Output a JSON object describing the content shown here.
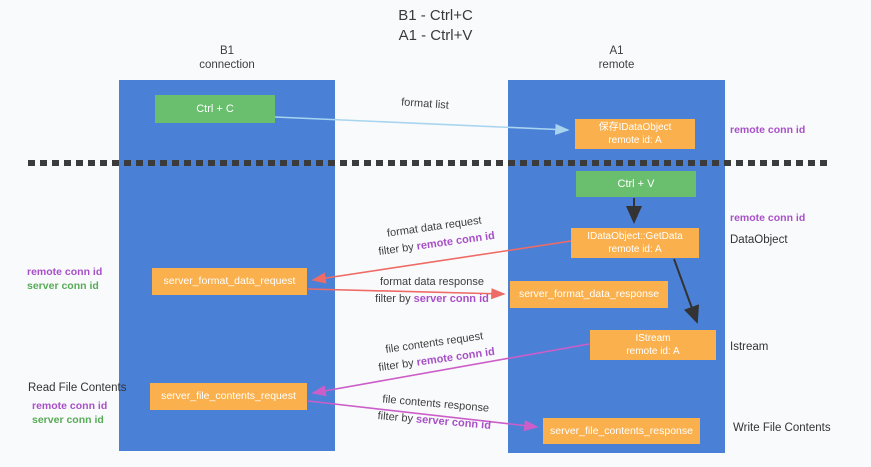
{
  "title": {
    "line1": "B1 - Ctrl+C",
    "line2": "A1 - Ctrl+V"
  },
  "lanes": {
    "left": {
      "title": "B1",
      "subtitle": "connection"
    },
    "right": {
      "title": "A1",
      "subtitle": "remote"
    }
  },
  "nodes": {
    "ctrl_c": {
      "label": "Ctrl + C"
    },
    "ctrl_v": {
      "label": "Ctrl + V"
    },
    "save_dataobject": {
      "line1": "保存IDataObject",
      "line2": "remote id: A"
    },
    "getdata": {
      "line1": "IDataObject::GetData",
      "line2": "remote id: A"
    },
    "istream": {
      "line1": "IStream",
      "line2": "remote id: A"
    },
    "format_request": {
      "label": "server_format_data_request"
    },
    "format_response": {
      "label": "server_format_data_response"
    },
    "file_request": {
      "label": "server_file_contents_request"
    },
    "file_response": {
      "label": "server_file_contents_response"
    }
  },
  "arrow_labels": {
    "format_list": "format list",
    "format_data_request": {
      "title": "format data request",
      "filter_prefix": "filter by ",
      "filter_key": "remote conn id"
    },
    "format_data_response": {
      "title": "format data response",
      "filter_prefix": "filter by ",
      "filter_key": "server conn id"
    },
    "file_contents_request": {
      "title": "file contents request",
      "filter_prefix": "filter by ",
      "filter_key": "remote conn id"
    },
    "file_contents_response": {
      "title": "file contents response",
      "filter_prefix": "filter by ",
      "filter_key": "server conn id"
    }
  },
  "side_labels": {
    "right_top_remote_conn_id": "remote conn id",
    "right_mid_remote_conn_id": "remote conn id",
    "right_dataobject": "DataObject",
    "right_istream": "Istream",
    "right_write_file_contents": "Write File Contents",
    "left_read_file_contents": "Read File Contents",
    "left_format_remote_conn_id": "remote conn id",
    "left_format_server_conn_id": "server conn id",
    "left_file_remote_conn_id": "remote conn id",
    "left_file_server_conn_id": "server conn id"
  },
  "colors": {
    "lane_blue": "#4a81d6",
    "node_green": "#6abf6e",
    "node_orange": "#f9b04d",
    "arrow_light_blue": "#a8d4f0",
    "arrow_red": "#ee6b66",
    "arrow_magenta": "#cc5ec9",
    "arrow_black": "#333333",
    "divider_dark": "#3b3b3b",
    "text_purple": "#a850c8",
    "text_green": "#57ab57"
  }
}
